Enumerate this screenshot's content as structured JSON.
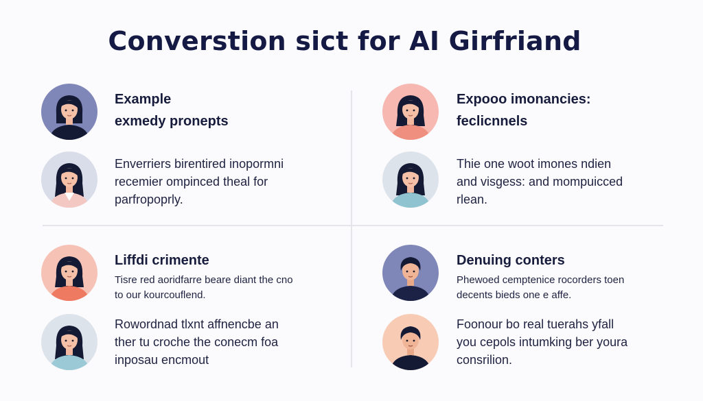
{
  "title": "Converstion sict for AI Girfriand",
  "colors": {
    "title": "#141a44",
    "divider": "#e4e4ea",
    "background": "#fbfbfd"
  },
  "cards": [
    {
      "heading": [
        "Example",
        "exmedy pronepts"
      ],
      "avatar": "woman-avatar-icon",
      "avatar_bg": "#7f86b8"
    },
    {
      "body": [
        "Enverriers birentired inopormni",
        "recemier ompinced theal for",
        "parfropoprly."
      ],
      "avatar": "woman-avatar-icon",
      "avatar_bg": "#d9dde9"
    },
    {
      "heading": [
        "Expooo imonancies:",
        "feclicnnels"
      ],
      "avatar": "woman-avatar-icon",
      "avatar_bg": "#f6b8b0"
    },
    {
      "body": [
        "Thie one woot imones ndien",
        "and visgess: and mompuicced",
        "rlean."
      ],
      "avatar": "woman-avatar-icon",
      "avatar_bg": "#dde3ea"
    },
    {
      "heading": [
        "Liffdi crimente"
      ],
      "avatar": "woman-avatar-icon",
      "avatar_bg": "#f7c2b6"
    },
    {
      "small": [
        "Tisre red aoridfarre beare diant the cno",
        "to our kourcouflend."
      ],
      "avatar": "woman-avatar-icon",
      "avatar_bg": "#dde3ea"
    },
    {
      "heading": [
        "Denuing conters"
      ],
      "avatar": "man-avatar-icon",
      "avatar_bg": "#7f86b8"
    },
    {
      "small": [
        "Phewoed cemptenice rocorders toen",
        "decents bieds one e affe."
      ],
      "avatar": "man-avatar-icon",
      "avatar_bg": "#f8cbb5"
    },
    {
      "body": [
        "Rowordnad tlxnt affnencbe an",
        "ther tu croche the conecm foa",
        "inposau encmout"
      ]
    },
    {
      "body": [
        "Foonour bo real tuerahs yfall",
        "you cepols intumking ber youra",
        "consrilion."
      ]
    }
  ]
}
